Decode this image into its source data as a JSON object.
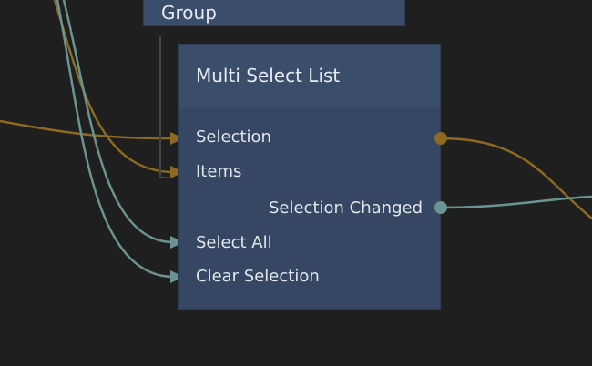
{
  "group": {
    "title": "Group"
  },
  "node": {
    "title": "Multi Select List",
    "inputs": [
      {
        "label": "Selection",
        "type": "gold"
      },
      {
        "label": "Items",
        "type": "gold"
      },
      {
        "label": "Select All",
        "type": "signal"
      },
      {
        "label": "Clear Selection",
        "type": "signal"
      }
    ],
    "outputs": [
      {
        "label": "Selection",
        "type": "gold"
      },
      {
        "label": "Selection Changed",
        "type": "signal"
      }
    ]
  },
  "colors": {
    "background": "#1f1f1f",
    "node_header": "#3a4d6a",
    "node_body": "#354763",
    "data_wire": "#8c6a22",
    "signal_wire": "#6a9491"
  }
}
